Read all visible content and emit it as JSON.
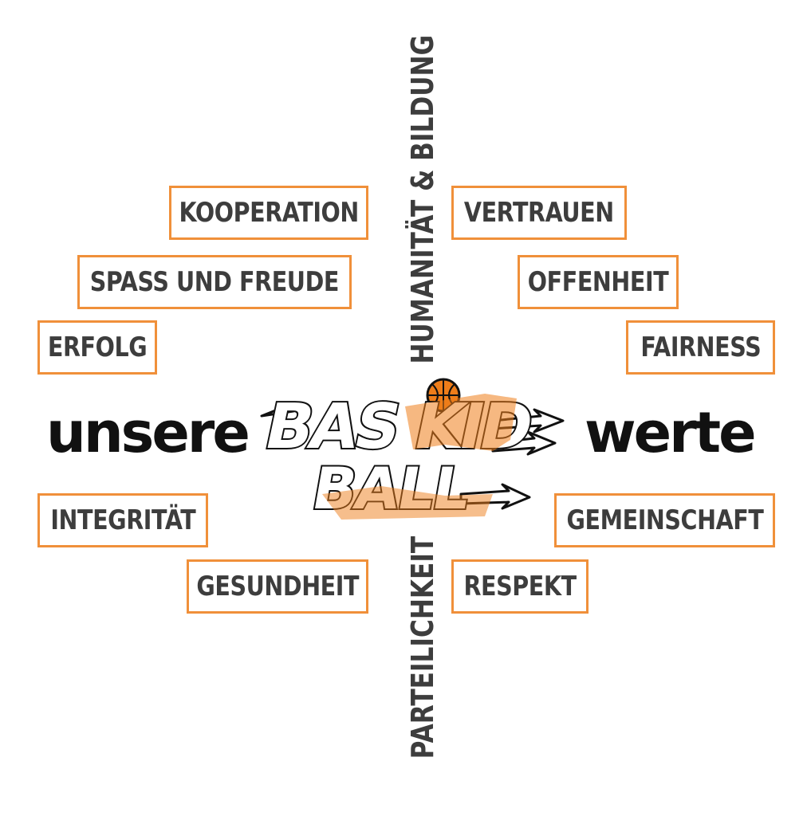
{
  "title_left": "unsere",
  "title_right": "werte",
  "axis_top": "HUMANITÄT & BILDUNG",
  "axis_bottom": "PARTEILICHKEIT",
  "logo": {
    "line1": "BAS KID",
    "line2": "BALL"
  },
  "values_left": [
    "KOOPERATION",
    "SPASS UND FREUDE",
    "ERFOLG",
    "INTEGRITÄT",
    "GESUNDHEIT"
  ],
  "values_right": [
    "VERTRAUEN",
    "OFFENHEIT",
    "FAIRNESS",
    "GEMEINSCHAFT",
    "RESPEKT"
  ],
  "colors": {
    "accent": "#f0903a",
    "text": "#3d3d3d",
    "ink": "#111111",
    "logo_orange": "#ee7d1a"
  }
}
